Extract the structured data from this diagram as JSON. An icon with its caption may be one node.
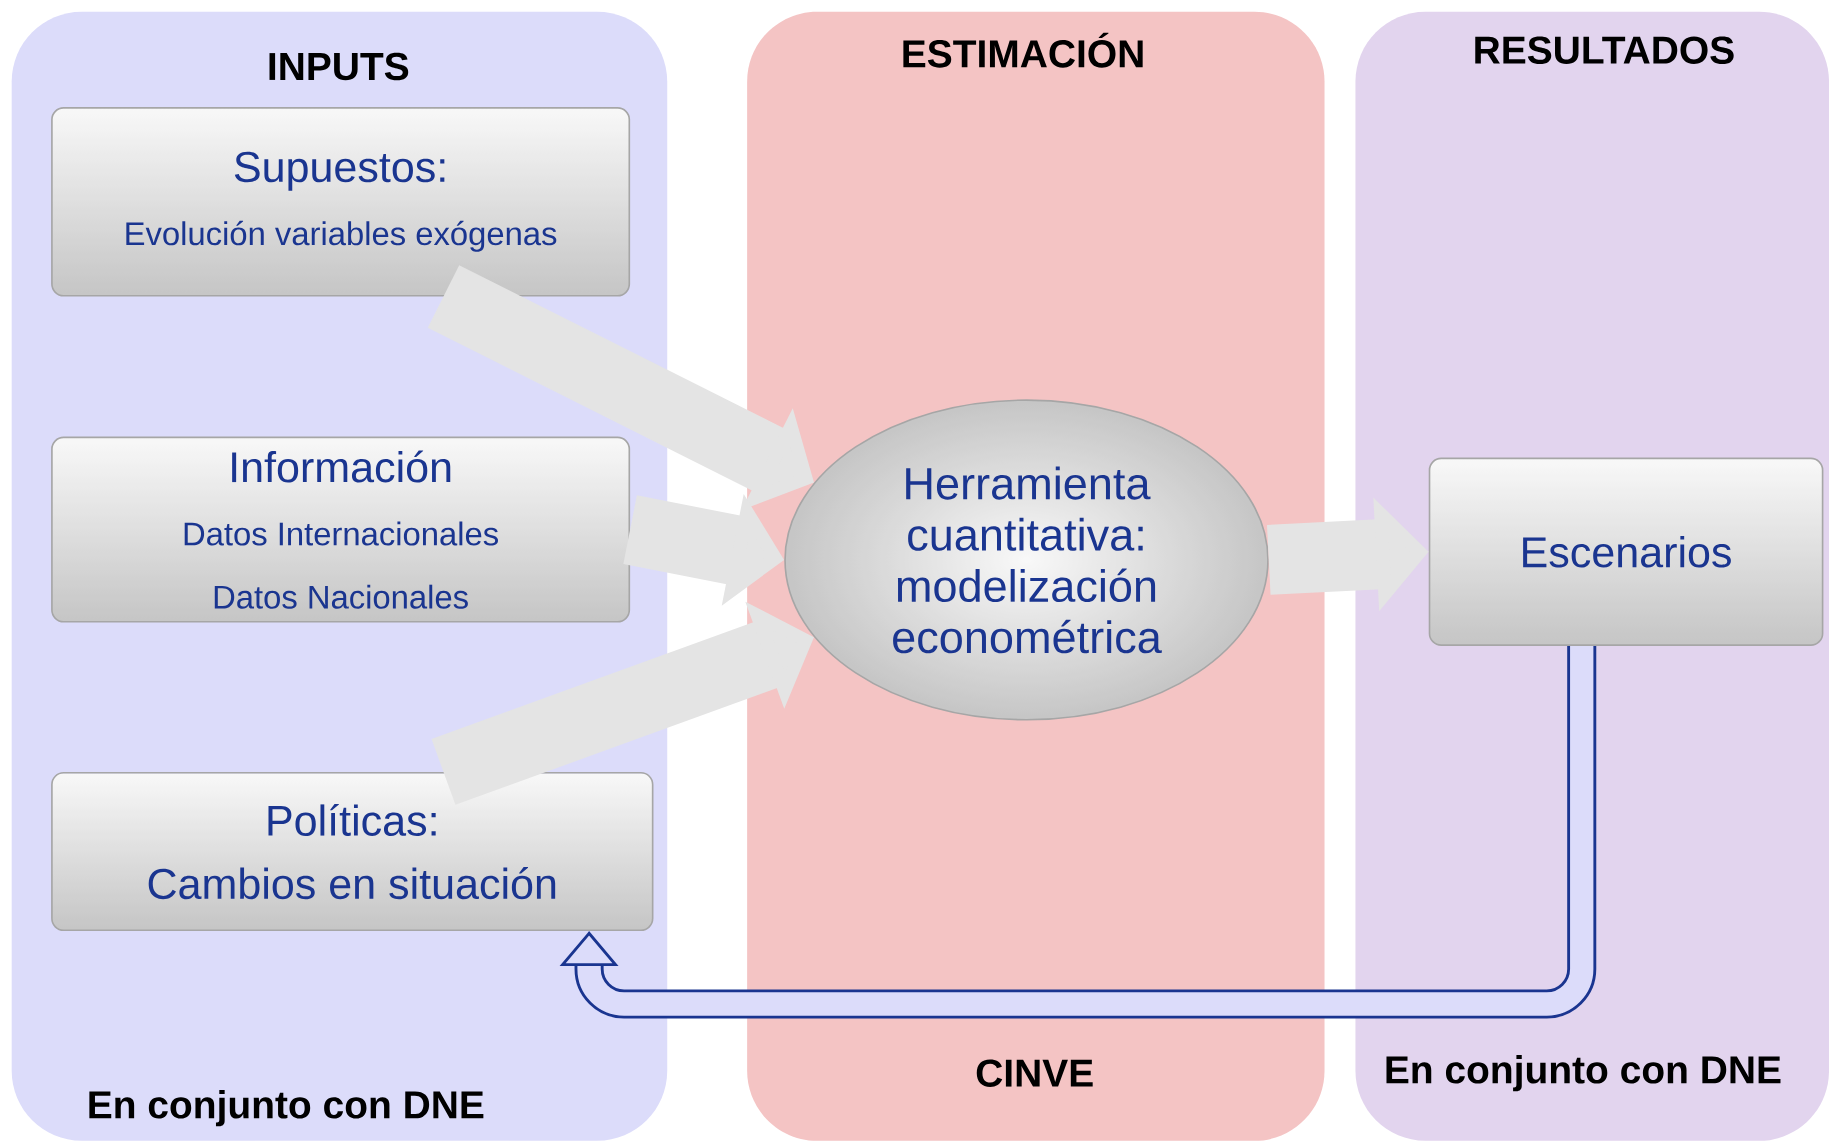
{
  "diagram": {
    "nodes": [
      {
        "text": [
          "INPUTS",
          "En conjunto con DNE"
        ]
      },
      {
        "text": [
          "Supuestos:",
          "Evolución variables exógenas"
        ],
        "in": 0
      },
      {
        "text": [
          "Información",
          "Datos Internacionales",
          "Datos Nacionales"
        ],
        "in": 0
      },
      {
        "text": [
          "Políticas:",
          "Cambios en situación"
        ],
        "in": 0
      },
      {
        "text": [
          "ESTIMACIÓN",
          "CINVE"
        ]
      },
      {
        "text": [
          "Herramienta cuantitativa: modelización econométrica"
        ],
        "in": 4
      },
      {
        "text": [
          "RESULTADOS",
          "En conjunto con DNE"
        ]
      },
      {
        "text": [
          "Escenarios"
        ],
        "in": 6
      }
    ],
    "edges": [
      {
        "from": 1,
        "to": 5,
        "arrow": "to"
      },
      {
        "from": 2,
        "to": 5,
        "arrow": "to"
      },
      {
        "from": 3,
        "to": 5,
        "arrow": "to"
      },
      {
        "from": 5,
        "to": 7,
        "arrow": "to"
      },
      {
        "from": 7,
        "to": 3,
        "arrow": "to",
        "color": "#1a3590"
      }
    ]
  }
}
